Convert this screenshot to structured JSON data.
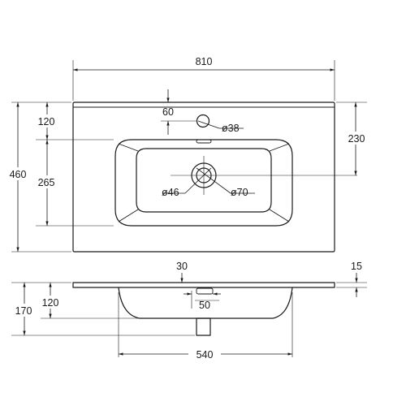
{
  "top_view": {
    "width_810": "810",
    "depth_460": "460",
    "tap_offset_120": "120",
    "bowl_length_265": "265",
    "drain_offset_230": "230",
    "tap_offset_60": "60",
    "tap_hole_dia": "ø38",
    "drain_dia_inner": "ø46",
    "drain_dia_outer": "ø70"
  },
  "side_view": {
    "rim_offset_30": "30",
    "slab_thickness_15": "15",
    "total_height_170": "170",
    "bowl_depth_120": "120",
    "overflow_50": "50",
    "bowl_width_540": "540"
  }
}
